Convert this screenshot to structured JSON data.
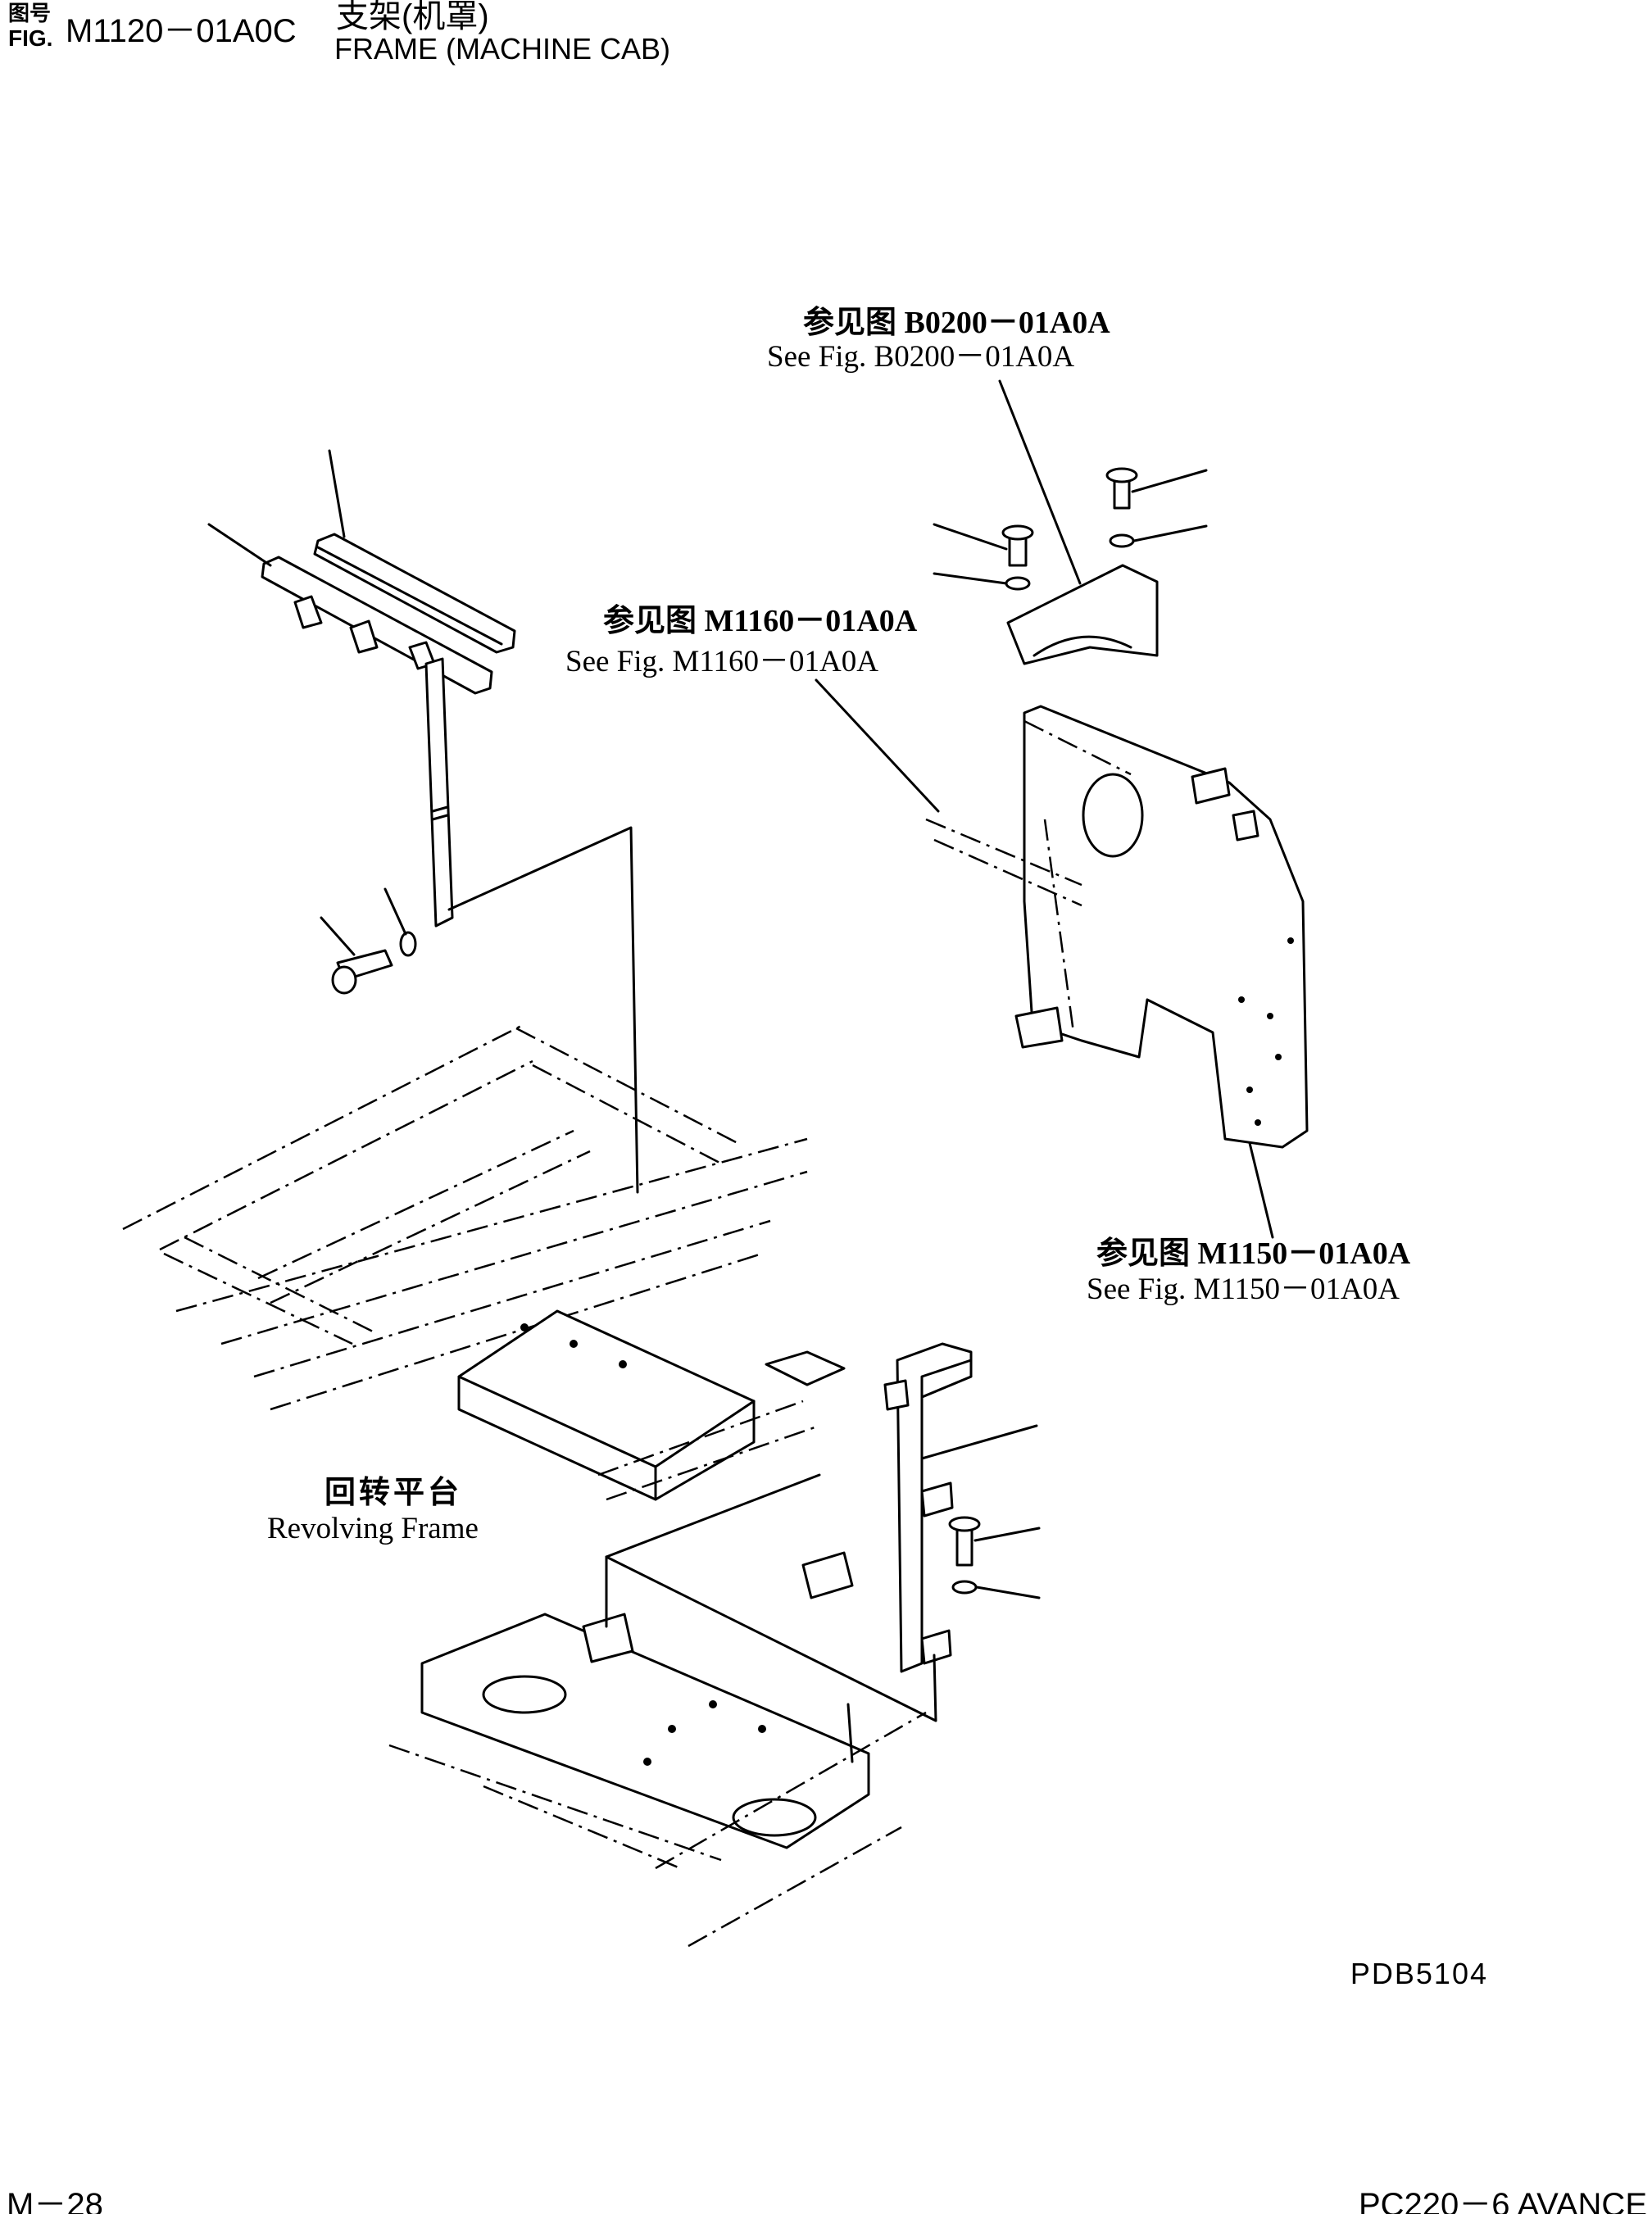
{
  "header": {
    "mark_cn": "图号",
    "mark_fig": "FIG.",
    "figure_code": "M1120－01A0C",
    "title_cn": "支架(机罩)",
    "title_en": "FRAME (MACHINE CAB)"
  },
  "callouts": {
    "b0200": {
      "cn": "参见图 B0200－01A0A",
      "en": "See Fig. B0200－01A0A"
    },
    "m1160": {
      "cn": "参见图 M1160－01A0A",
      "en": "See Fig. M1160－01A0A"
    },
    "m1150": {
      "cn": "参见图 M1150－01A0A",
      "en": "See Fig. M1150－01A0A"
    },
    "revolving": {
      "cn": "回转平台",
      "en": "Revolving Frame"
    }
  },
  "drawing_code": "PDB5104",
  "footer": {
    "page": "M－28",
    "model": "PC220－6 AVANCE"
  },
  "colors": {
    "background": "#ffffff",
    "ink": "#000000"
  },
  "icons": [
    "bolt-icon",
    "washer-icon"
  ]
}
